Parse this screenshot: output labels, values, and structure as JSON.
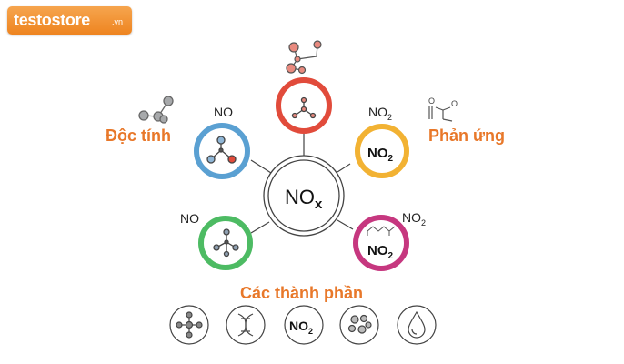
{
  "logo": {
    "text": "testostore",
    "suffix": ".vn"
  },
  "center": {
    "main": "NO",
    "sub": "x"
  },
  "headings": {
    "toxicity": "Độc tính",
    "reactions": "Phản ứng",
    "components": "Các thành phần"
  },
  "labels": {
    "no_upper_left": "NO",
    "no_lower_left": "NO",
    "no2_upper_right": {
      "main": "NO",
      "sub": "2"
    },
    "no2_lower_right": {
      "main": "NO",
      "sub": "2"
    }
  },
  "ring_text": {
    "right_upper": {
      "main": "NO",
      "sub": "2"
    },
    "right_lower": {
      "main": "NO",
      "sub": "2"
    }
  },
  "bottom_icons": {
    "third": {
      "main": "NO",
      "sub": "2"
    },
    "names": [
      "molecule-network-icon",
      "dna-helix-icon",
      "no2-formula-icon",
      "molecular-cluster-icon",
      "droplet-icon"
    ]
  },
  "colors": {
    "logo": "#ef8a2a",
    "heading": "#e8782a",
    "red": "#e14b3b",
    "blue": "#5aa0d2",
    "yellow": "#f2b233",
    "green": "#4dbb63",
    "magenta": "#c6377f"
  }
}
